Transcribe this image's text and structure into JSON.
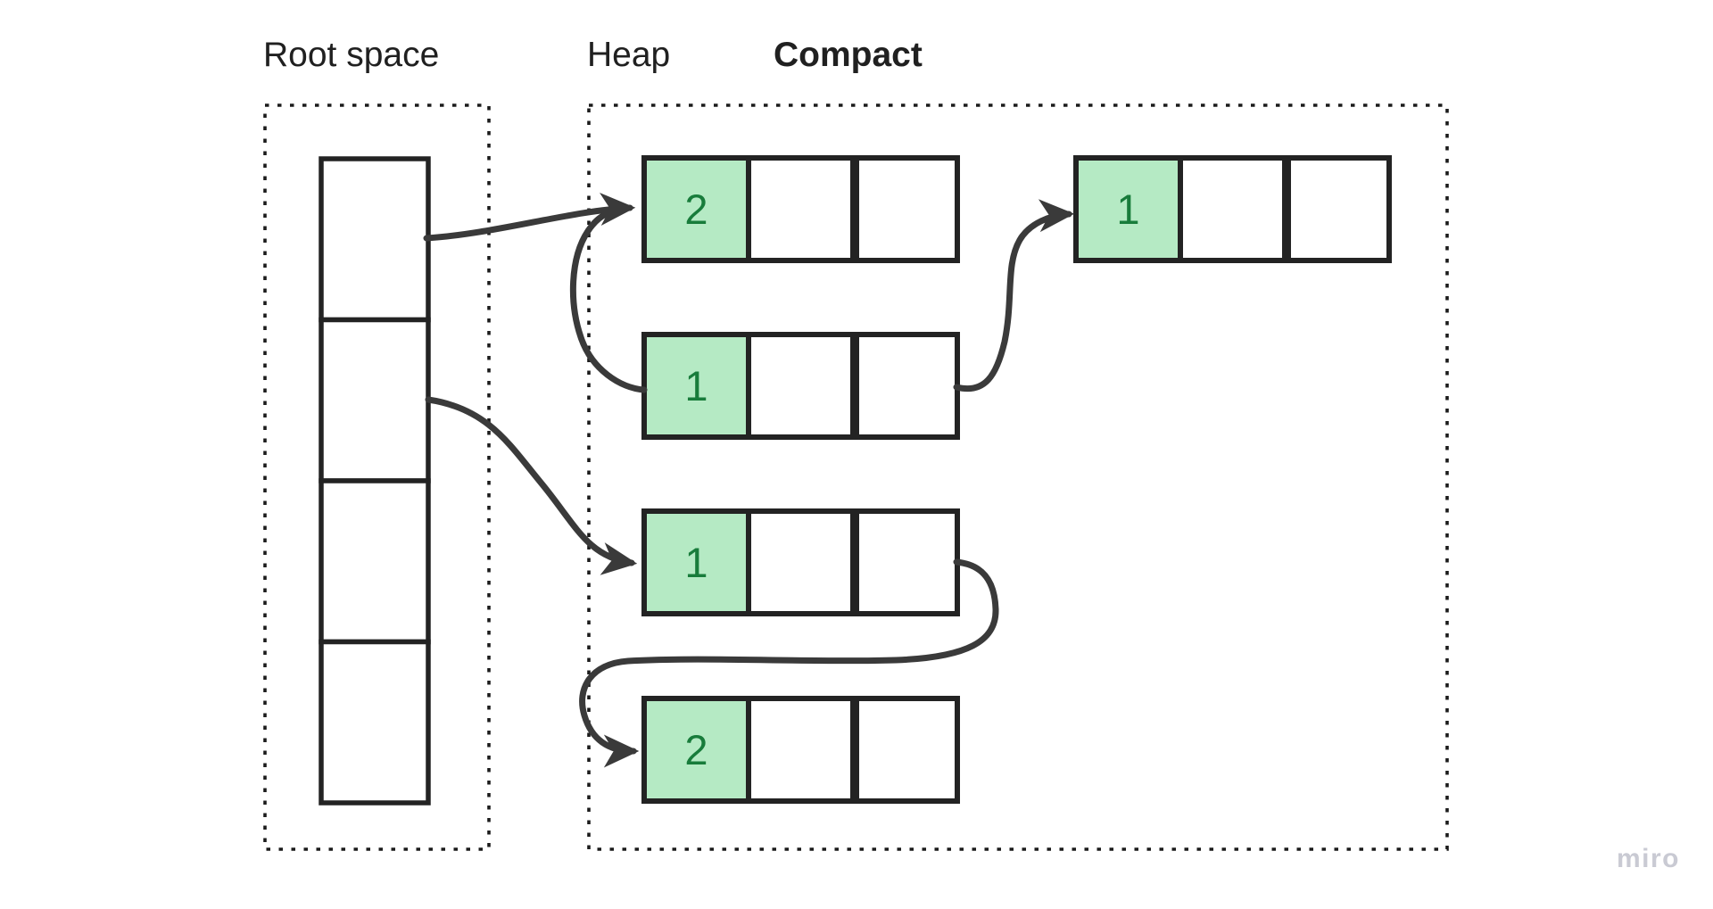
{
  "labels": {
    "root_space": "Root space",
    "heap": "Heap",
    "compact": "Compact"
  },
  "watermark": "miro",
  "colors": {
    "background": "#ffffff",
    "box_stroke": "#232323",
    "dotted_border": "#1b1b1b",
    "arrow": "#3a3a3a",
    "highlight_green": "#b5eac4",
    "number_green": "#187c3b",
    "label_text": "#202020",
    "watermark_gray": "#c9cad3"
  },
  "root_space": {
    "cell_count": 4
  },
  "heap": {
    "records": [
      {
        "id": "top-left",
        "tag": "2",
        "cells_total": 3,
        "highlighted_cell_index": 0
      },
      {
        "id": "middle-left",
        "tag": "1",
        "cells_total": 3,
        "highlighted_cell_index": 0
      },
      {
        "id": "top-right",
        "tag": "1",
        "cells_total": 3,
        "highlighted_cell_index": 0
      },
      {
        "id": "lower-left",
        "tag": "1",
        "cells_total": 3,
        "highlighted_cell_index": 0
      },
      {
        "id": "bottom-left",
        "tag": "2",
        "cells_total": 3,
        "highlighted_cell_index": 0
      }
    ]
  },
  "connections": [
    {
      "from": "root-space-cell-1",
      "to": "heap-record-top-left"
    },
    {
      "from": "heap-record-middle-left",
      "to": "heap-record-top-left"
    },
    {
      "from": "heap-record-middle-left",
      "to": "heap-record-top-right"
    },
    {
      "from": "root-space-cell-2",
      "to": "heap-record-lower-left"
    },
    {
      "from": "heap-record-lower-left",
      "to": "heap-record-bottom-left"
    }
  ]
}
